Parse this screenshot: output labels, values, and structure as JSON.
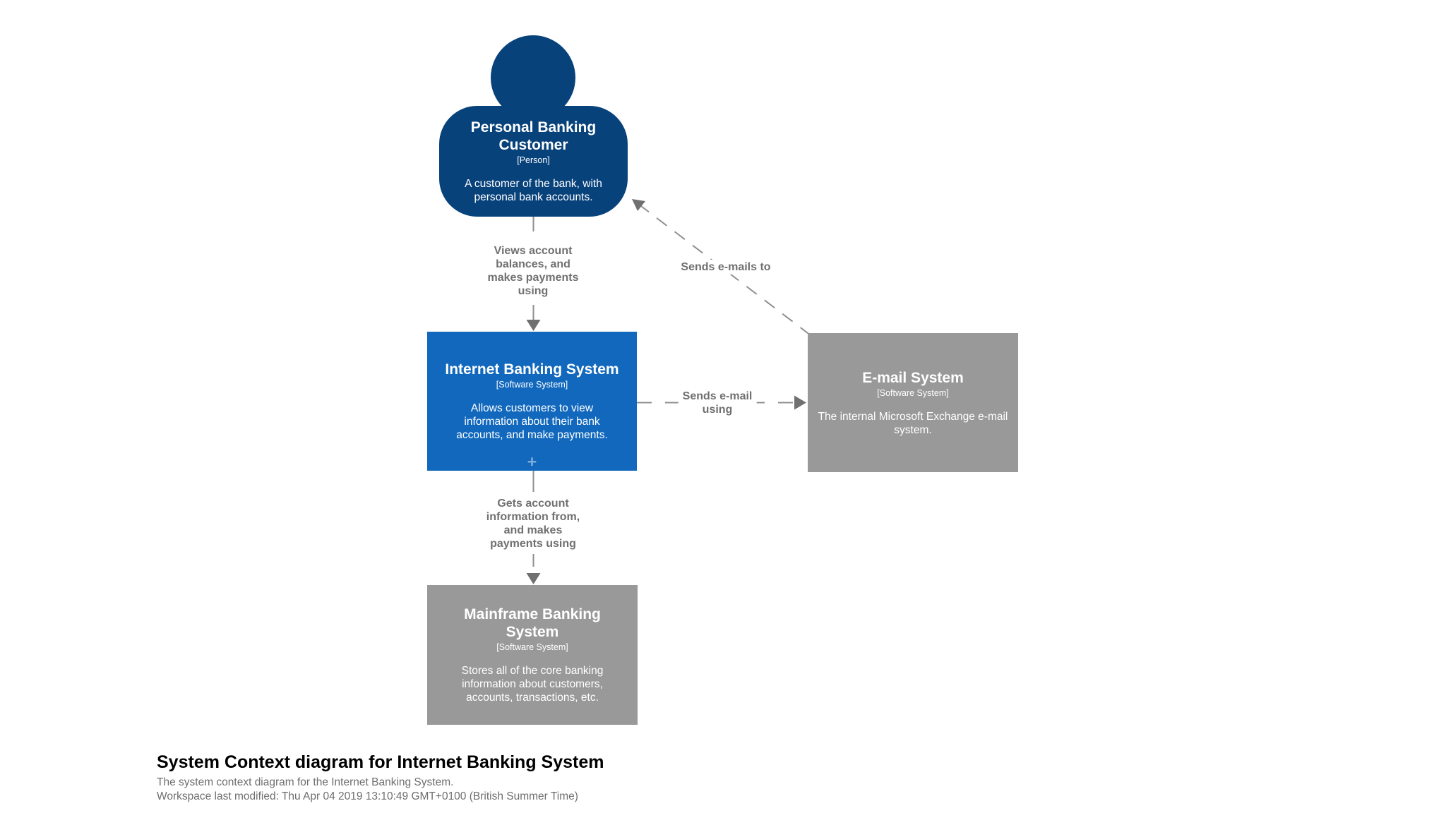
{
  "diagram": {
    "background_color": "#ffffff",
    "elements": {
      "person": {
        "name": "Personal Banking Customer",
        "type": "[Person]",
        "description": "A customer of the bank, with personal bank accounts.",
        "color": "#08427b"
      },
      "internet_banking_system": {
        "name": "Internet Banking System",
        "type": "[Software System]",
        "description": "Allows customers to view information about their bank accounts, and make payments.",
        "color": "#1168bd",
        "expand_icon": "+"
      },
      "email_system": {
        "name": "E-mail System",
        "type": "[Software System]",
        "description": "The internal Microsoft Exchange e-mail system.",
        "color": "#999999"
      },
      "mainframe_banking_system": {
        "name": "Mainframe Banking System",
        "type": "[Software System]",
        "description": "Stores all of the core banking information about customers, accounts, transactions, etc.",
        "color": "#999999"
      }
    },
    "relationships": {
      "line_color": "#8f8f8f",
      "arrow_color": "#707070",
      "label_color": "#707070",
      "customer_to_internet_banking": {
        "lines": [
          "Views account",
          "balances, and",
          "makes payments",
          "using"
        ]
      },
      "email_to_customer": {
        "lines": [
          "Sends e-mails to"
        ]
      },
      "internet_banking_to_email": {
        "lines": [
          "Sends e-mail",
          "using"
        ]
      },
      "internet_banking_to_mainframe": {
        "lines": [
          "Gets account",
          "information from,",
          "and makes",
          "payments using"
        ]
      }
    }
  },
  "footer": {
    "title": "System Context diagram for Internet Banking System",
    "description": "The system context diagram for the Internet Banking System.",
    "last_modified": "Workspace last modified: Thu Apr 04 2019 13:10:49 GMT+0100 (British Summer Time)"
  }
}
